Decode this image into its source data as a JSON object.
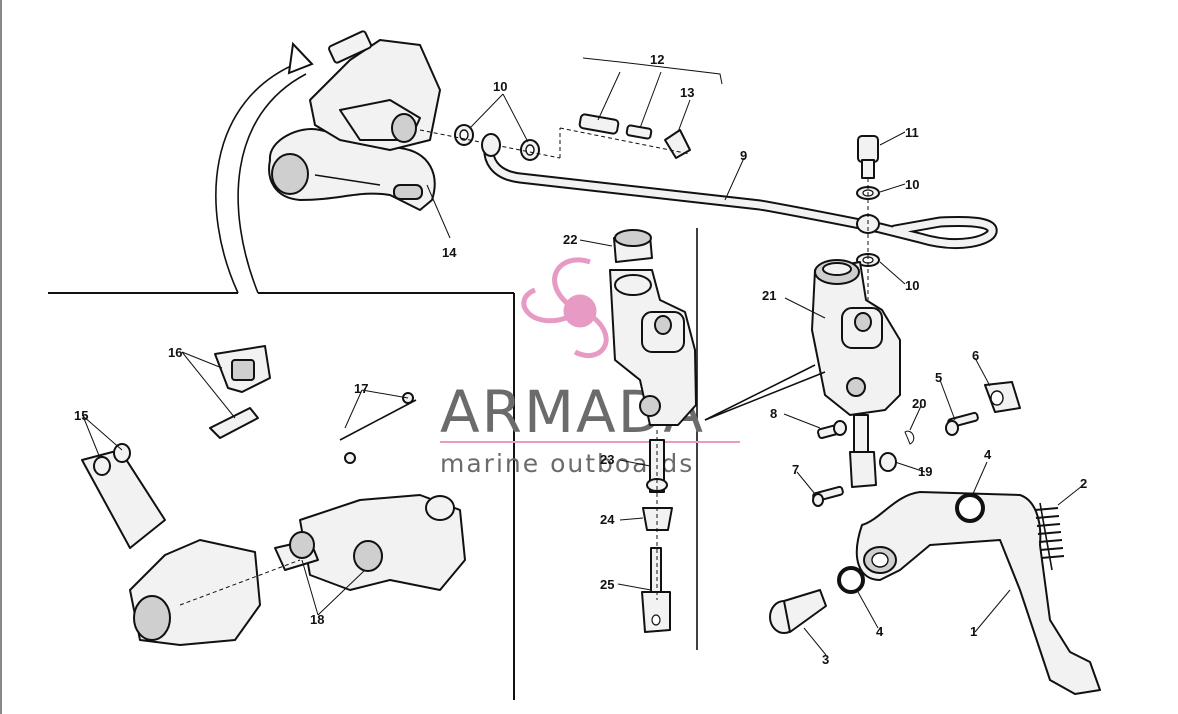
{
  "diagram": {
    "watermark": {
      "title": "ARMADA",
      "subtitle": "marine outboards",
      "accent_color": "#e79bc4",
      "text_color": "#6b6b6b"
    },
    "callouts": [
      {
        "id": "c1",
        "label": "1"
      },
      {
        "id": "c2",
        "label": "2"
      },
      {
        "id": "c3",
        "label": "3"
      },
      {
        "id": "c4a",
        "label": "4"
      },
      {
        "id": "c4b",
        "label": "4"
      },
      {
        "id": "c5",
        "label": "5"
      },
      {
        "id": "c6",
        "label": "6"
      },
      {
        "id": "c7",
        "label": "7"
      },
      {
        "id": "c8",
        "label": "8"
      },
      {
        "id": "c9",
        "label": "9"
      },
      {
        "id": "c10a",
        "label": "10"
      },
      {
        "id": "c10b",
        "label": "10"
      },
      {
        "id": "c10c",
        "label": "10"
      },
      {
        "id": "c11",
        "label": "11"
      },
      {
        "id": "c12",
        "label": "12"
      },
      {
        "id": "c13",
        "label": "13"
      },
      {
        "id": "c14",
        "label": "14"
      },
      {
        "id": "c15",
        "label": "15"
      },
      {
        "id": "c16",
        "label": "16"
      },
      {
        "id": "c17",
        "label": "17"
      },
      {
        "id": "c18",
        "label": "18"
      },
      {
        "id": "c19",
        "label": "19"
      },
      {
        "id": "c20",
        "label": "20"
      },
      {
        "id": "c21",
        "label": "21"
      },
      {
        "id": "c22",
        "label": "22"
      },
      {
        "id": "c23",
        "label": "23"
      },
      {
        "id": "c24",
        "label": "24"
      },
      {
        "id": "c25",
        "label": "25"
      }
    ]
  }
}
